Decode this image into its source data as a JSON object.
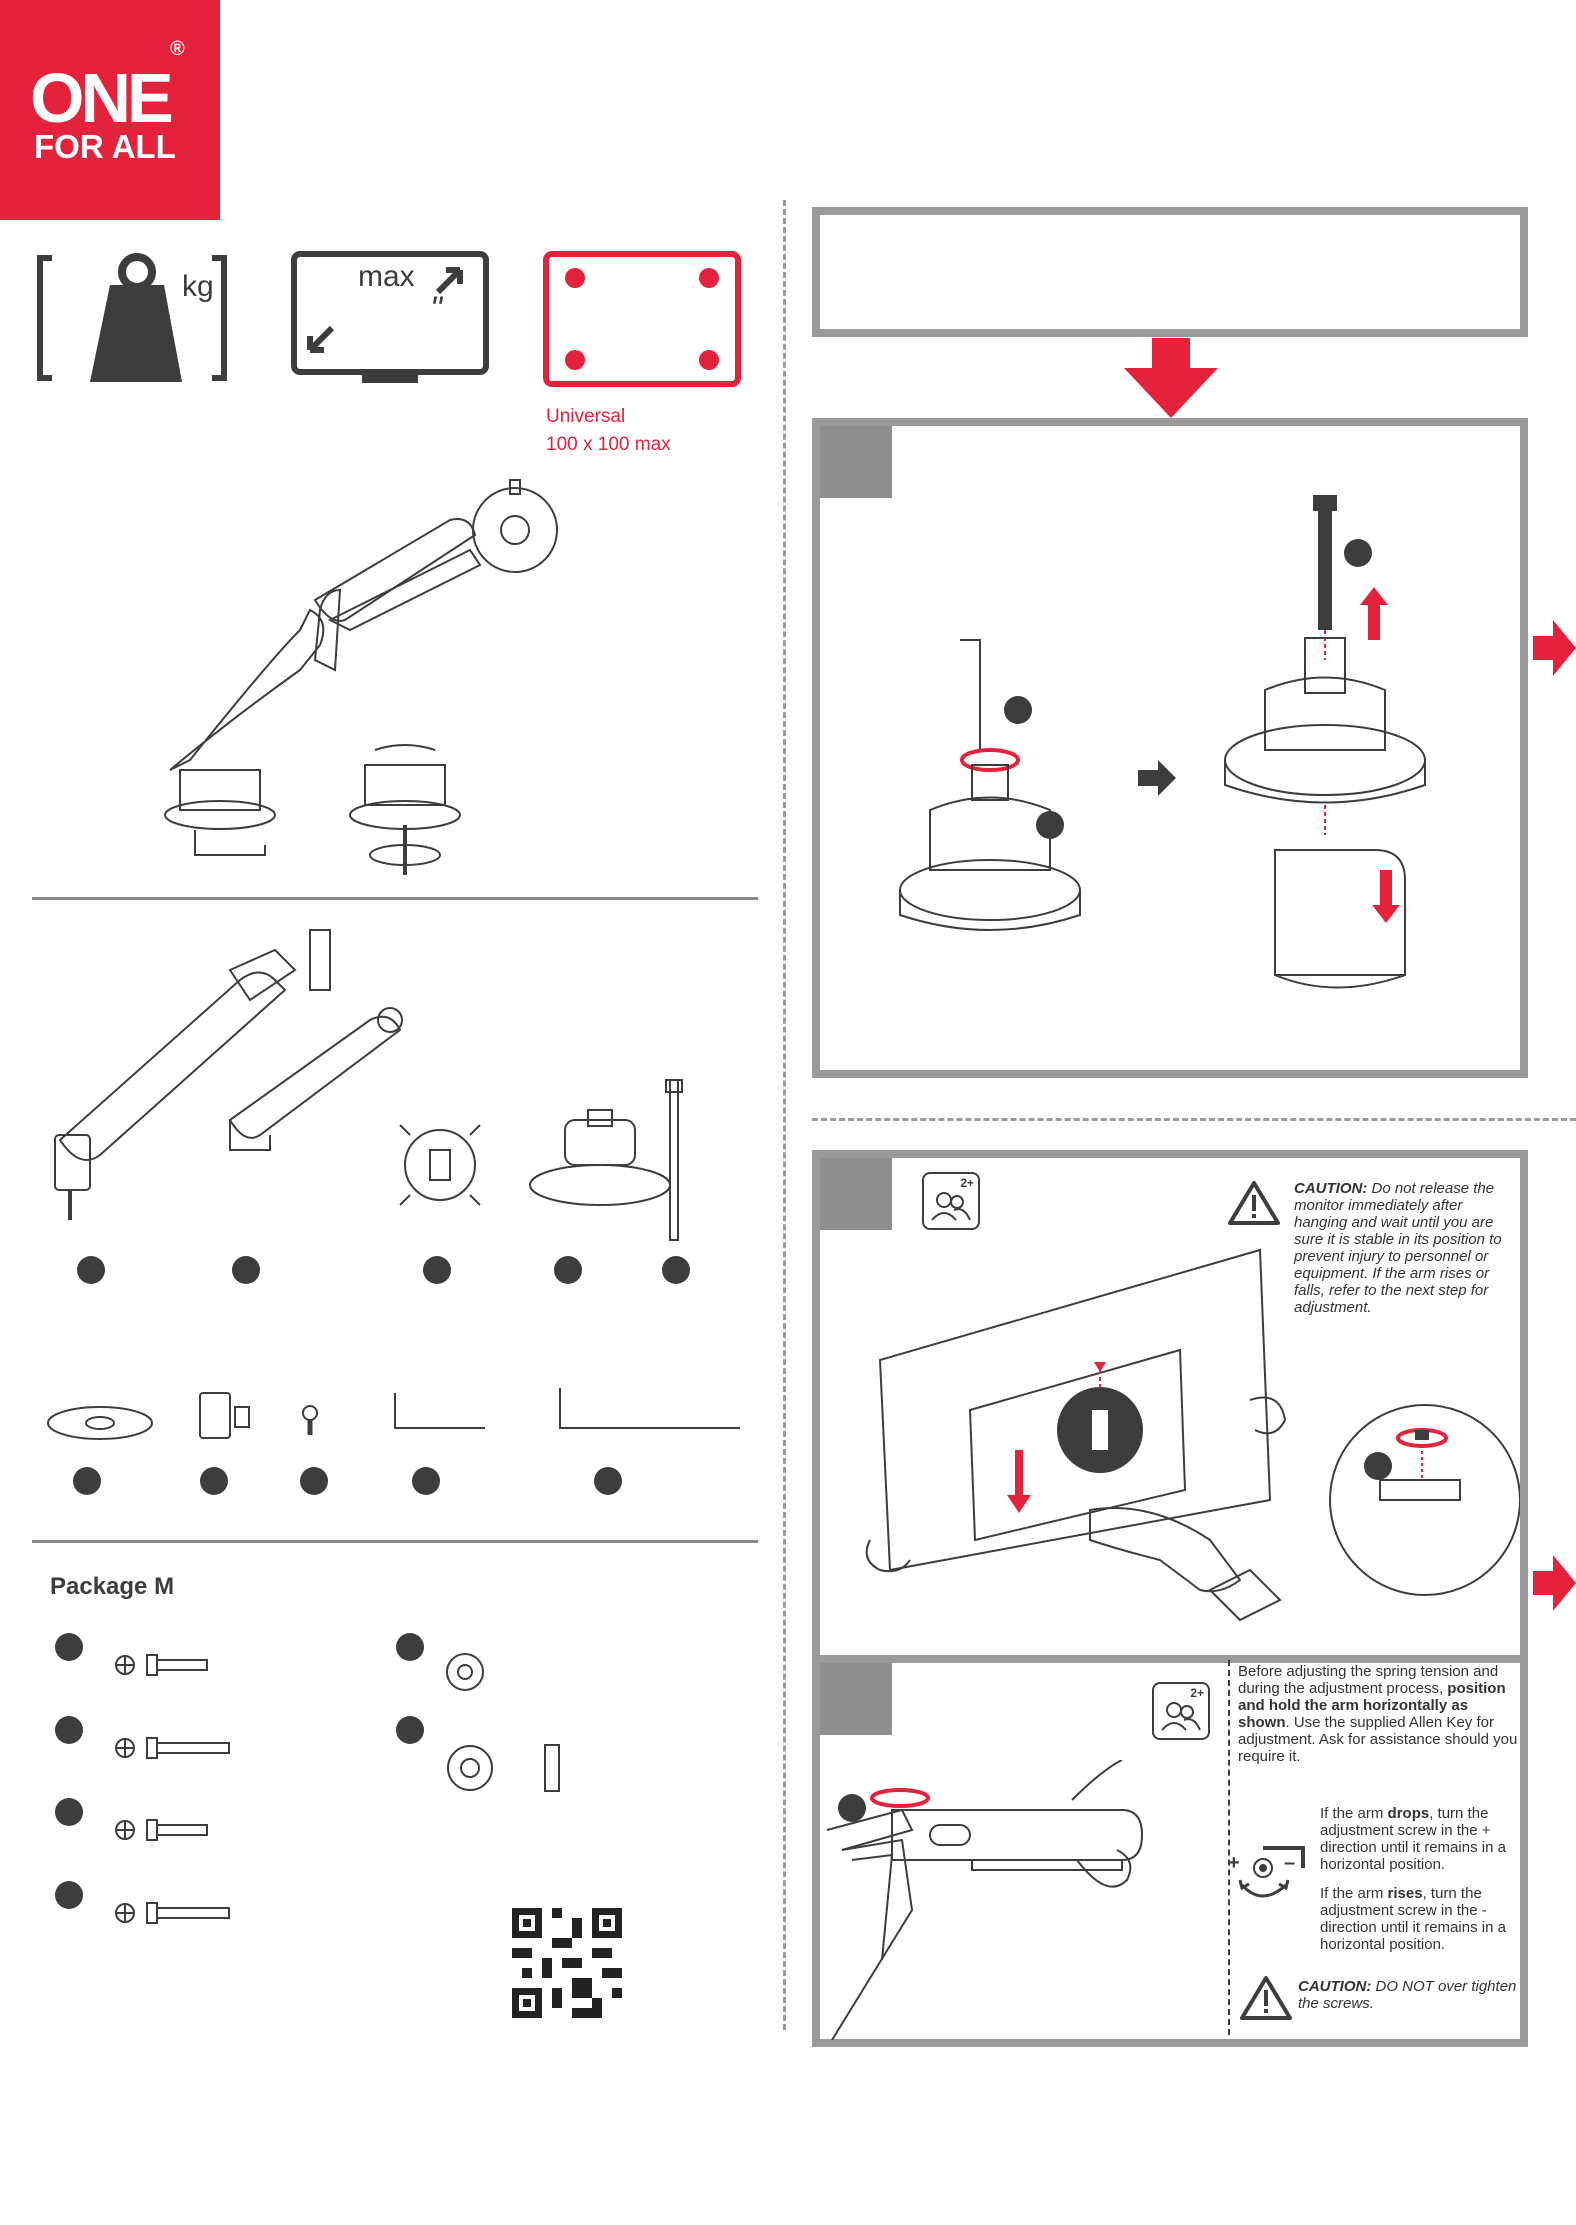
{
  "brand": {
    "logo_line1": "ONE",
    "logo_line2": "FOR ALL",
    "registered": "®",
    "color": "#e4223b"
  },
  "specs": {
    "weight_unit": "kg",
    "screen_label": "max",
    "screen_unit": "\"",
    "vesa_line1": "Universal",
    "vesa_line2": "100 x 100 max"
  },
  "package_title": "Package M",
  "step3": {
    "caution_title": "CAUTION:",
    "caution_text": "Do not release the monitor immediately after hanging and wait until you are sure it is stable in its position to prevent injury to personnel or equipment. If the arm rises or falls, refer to the next step for adjustment.",
    "persons_badge": "2+"
  },
  "step4": {
    "persons_badge": "2+",
    "intro_1": "Before adjusting the spring tension and during the adjustment process,",
    "intro_bold": "position and hold the arm horizontally as shown",
    "intro_2": ". Use the supplied Allen Key for adjustment. Ask for assistance should you require it.",
    "drops_1": "If the arm",
    "drops_bold": "drops",
    "drops_2": ", turn the adjustment screw in the + direction until it remains in a horizontal position.",
    "rises_1": "If the arm",
    "rises_bold": "rises",
    "rises_2": ", turn the adjustment screw in the - direction until it remains in a horizontal position.",
    "plus": "+",
    "minus": "–",
    "caution_title": "CAUTION:",
    "caution_text": "DO NOT over tighten the screws."
  },
  "colors": {
    "accent": "#e4223b",
    "ink": "#3d3d3d",
    "frame": "#9a9a9a"
  }
}
